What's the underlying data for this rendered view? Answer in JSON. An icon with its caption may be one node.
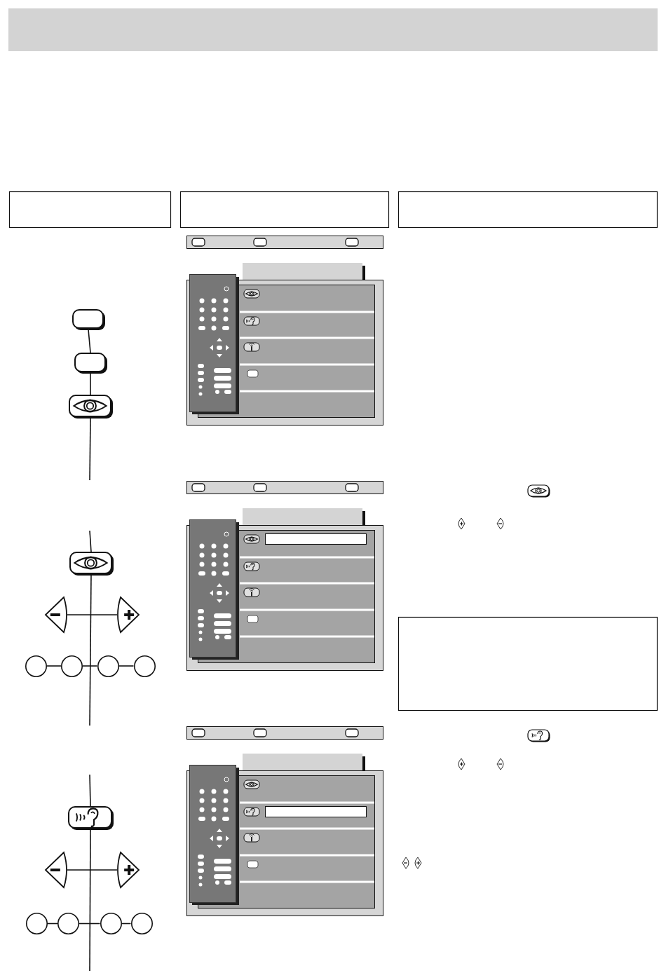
{
  "diagram": {
    "nodes": [
      {
        "text": [],
        "shape": "bar"
      },
      {
        "text": [],
        "shape": "box"
      },
      {
        "text": [],
        "shape": "box"
      },
      {
        "text": [],
        "shape": "box"
      },
      {
        "text": [],
        "shape": "box"
      },
      {
        "text": [],
        "shape": "box"
      },
      {
        "text": [],
        "shape": "box"
      },
      {
        "text": [],
        "shape": "box"
      },
      {
        "text": [],
        "shape": "diamond"
      },
      {
        "text": [],
        "shape": "diamond"
      },
      {
        "text": [],
        "shape": "circle"
      },
      {
        "text": [],
        "shape": "circle"
      },
      {
        "text": [],
        "shape": "circle"
      },
      {
        "text": [],
        "shape": "circle"
      },
      {
        "text": [],
        "shape": "box"
      },
      {
        "text": [],
        "shape": "box"
      },
      {
        "text": [],
        "shape": "diamond"
      },
      {
        "text": [],
        "shape": "diamond"
      },
      {
        "text": [],
        "shape": "circle"
      },
      {
        "text": [],
        "shape": "circle"
      },
      {
        "text": [],
        "shape": "circle"
      },
      {
        "text": [],
        "shape": "circle"
      }
    ],
    "edges": [
      {
        "from": 4,
        "to": 5,
        "arrow": "none"
      },
      {
        "from": 5,
        "to": 6,
        "arrow": "none"
      },
      {
        "from": 6,
        "to": null,
        "arrow": "none"
      },
      {
        "from": null,
        "to": 7,
        "arrow": "none"
      },
      {
        "from": 7,
        "to": null,
        "arrow": "none"
      },
      {
        "from": 8,
        "to": 9,
        "arrow": "none"
      },
      {
        "from": 10,
        "to": 11,
        "arrow": "none"
      },
      {
        "from": 11,
        "to": 12,
        "arrow": "none"
      },
      {
        "from": 12,
        "to": 13,
        "arrow": "none"
      },
      {
        "from": null,
        "to": 15,
        "arrow": "none"
      },
      {
        "from": 15,
        "to": null,
        "arrow": "none"
      },
      {
        "from": 16,
        "to": 17,
        "arrow": "none"
      },
      {
        "from": 18,
        "to": 19,
        "arrow": "none"
      },
      {
        "from": 19,
        "to": 20,
        "arrow": "none"
      },
      {
        "from": 20,
        "to": 21,
        "arrow": "none"
      }
    ]
  }
}
